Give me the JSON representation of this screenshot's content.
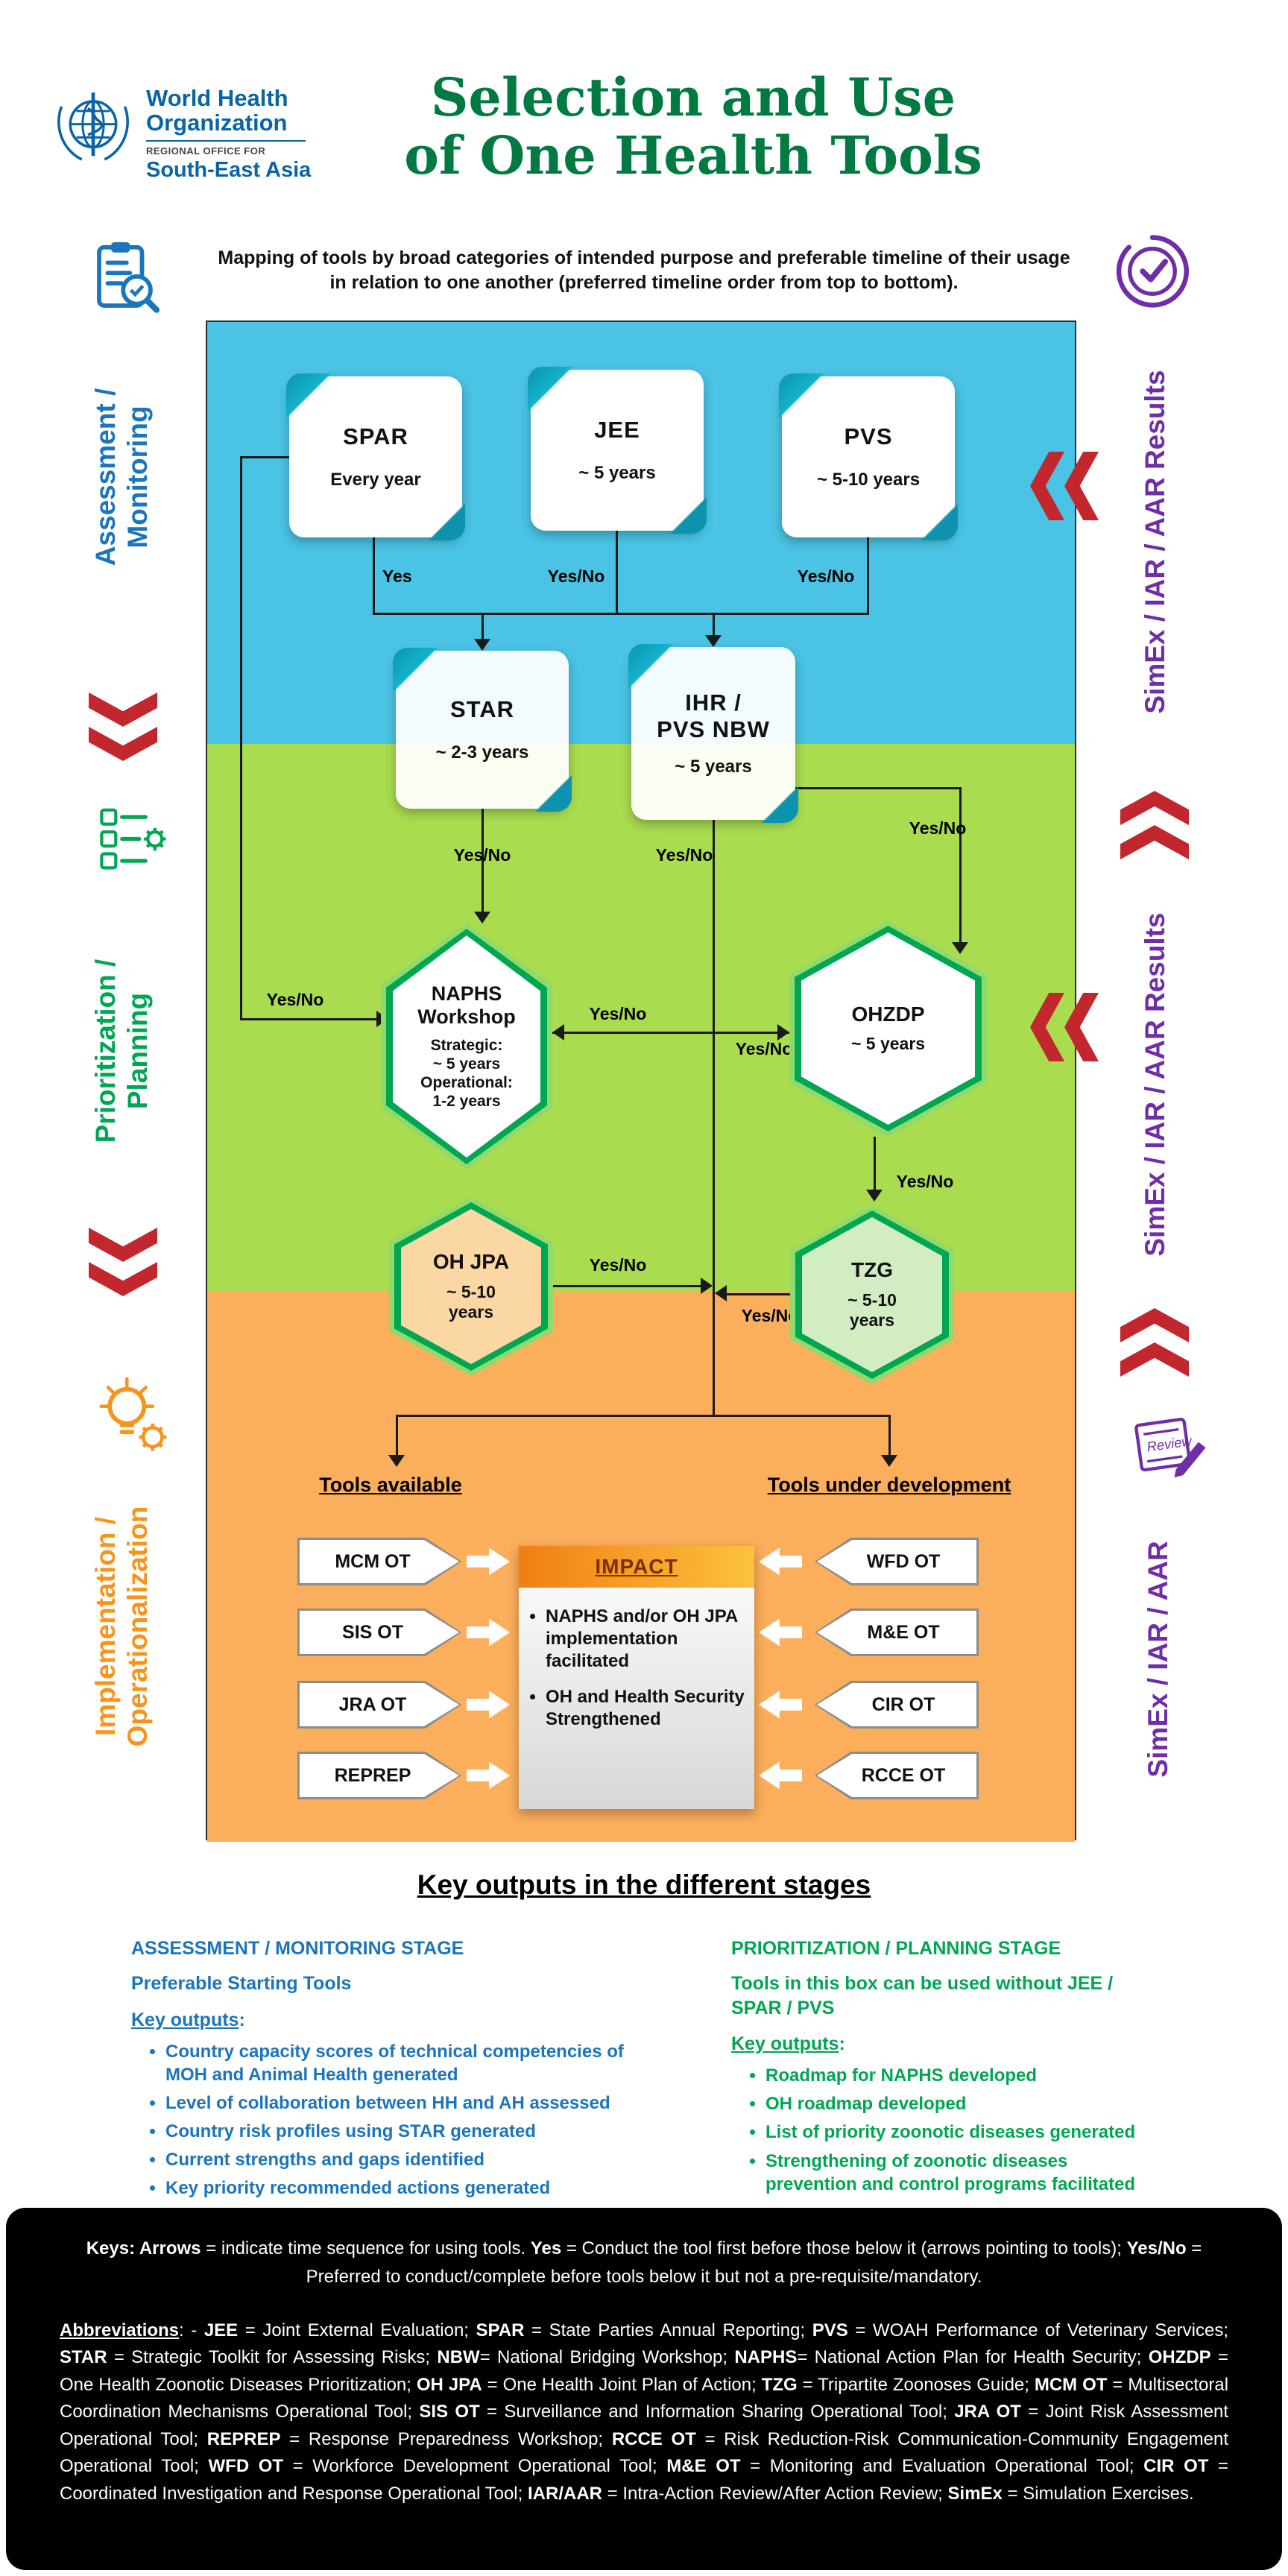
{
  "colors": {
    "stage-blue": "#1b75bc",
    "stage-green": "#00a651",
    "stage-orange": "#f7941d",
    "purple": "#6f2da8",
    "red": "#c1272d",
    "cyan-bg": "#4ac3e4",
    "green-bg": "#a9dc4f",
    "orange-bg": "#fbae5b",
    "title-green": "#007a40",
    "teal": "#0d93ad",
    "line": "#1a1a1a"
  },
  "header": {
    "logo": {
      "line1": "World Health",
      "line2": "Organization",
      "office": "REGIONAL OFFICE FOR",
      "region": "South-East Asia"
    },
    "title1": "Selection and Use",
    "title2": "of One Health Tools",
    "subtitle": "Mapping of tools by broad categories of intended purpose and preferable timeline of their usage in relation to one another (preferred timeline order from top to bottom)."
  },
  "rails": {
    "left": [
      {
        "label": "Assessment / Monitoring"
      },
      {
        "label": "Prioritization / Planning"
      },
      {
        "label": "Implementation / Operationalization"
      }
    ],
    "right": [
      {
        "label": "SimEx / IAR / AAR Results"
      },
      {
        "label": "SimEx / IAR / AAR Results"
      },
      {
        "label": "SimEx / IAR / AAR"
      }
    ],
    "review_label": "Review"
  },
  "flow": {
    "labels": {
      "yes": "Yes",
      "yesno": "Yes/No"
    },
    "cards": {
      "spar": {
        "title": "SPAR",
        "freq": "Every year"
      },
      "jee": {
        "title": "JEE",
        "freq": "~ 5 years"
      },
      "pvs": {
        "title": "PVS",
        "freq": "~ 5-10 years"
      },
      "star": {
        "title": "STAR",
        "freq": "~ 2-3 years"
      },
      "ihr": {
        "title": "IHR /\nPVS NBW",
        "freq": "~ 5 years"
      }
    },
    "hexes": {
      "naphs": {
        "title": "NAPHS\nWorkshop",
        "freq": "Strategic:\n~ 5 years\nOperational:\n1-2 years"
      },
      "ohzdp": {
        "title": "OHZDP",
        "freq": "~ 5 years"
      },
      "ohjpa": {
        "title": "OH JPA",
        "freq": "~ 5-10\nyears"
      },
      "tzg": {
        "title": "TZG",
        "freq": "~ 5-10\nyears"
      }
    },
    "available": {
      "header": "Tools available",
      "items": [
        "MCM OT",
        "SIS OT",
        "JRA OT",
        "REPREP"
      ]
    },
    "development": {
      "header": "Tools under development",
      "items": [
        "WFD OT",
        "M&E OT",
        "CIR OT",
        "RCCE OT"
      ]
    },
    "impact": {
      "title": "IMPACT",
      "bullets": [
        "NAPHS and/or OH JPA implementation facilitated",
        "OH and Health Security Strengthened"
      ]
    }
  },
  "outputs": {
    "heading": "Key outputs in the different stages",
    "assessment": {
      "title": "ASSESSMENT / MONITORING STAGE",
      "note": "Preferable Starting Tools",
      "key_label": "Key outputs",
      "colon": ":",
      "bullets": [
        "Country capacity scores of technical competencies of MOH and Animal Health generated",
        "Level of collaboration between HH and AH assessed",
        "Country risk profiles using STAR generated",
        "Current strengths and gaps identified",
        "Key priority recommended actions generated"
      ]
    },
    "prioritization": {
      "title": "PRIORITIZATION / PLANNING STAGE",
      "note": "Tools in this box can be used without JEE / SPAR / PVS",
      "key_label": "Key outputs",
      "colon": ":",
      "bullets": [
        "Roadmap for NAPHS developed",
        "OH roadmap developed",
        "List of priority zoonotic diseases generated",
        "Strengthening of zoonotic diseases prevention and control programs facilitated"
      ]
    }
  },
  "footer": {
    "keys_segments": [
      {
        "b": 1,
        "t": "Keys: Arrows"
      },
      {
        "t": " = indicate time sequence for using tools. "
      },
      {
        "b": 1,
        "t": "Yes"
      },
      {
        "t": " = Conduct the tool first before those below it (arrows pointing to tools); "
      },
      {
        "b": 1,
        "t": "Yes/No"
      },
      {
        "t": " = Preferred to conduct/complete before tools below it but not a pre-requisite/mandatory."
      }
    ],
    "abbr_segments": [
      {
        "b": 1,
        "u": 1,
        "t": "Abbreviations"
      },
      {
        "t": ": - "
      },
      {
        "b": 1,
        "t": "JEE"
      },
      {
        "t": " = Joint External Evaluation; "
      },
      {
        "b": 1,
        "t": "SPAR"
      },
      {
        "t": " = State Parties Annual Reporting; "
      },
      {
        "b": 1,
        "t": "PVS"
      },
      {
        "t": " = WOAH Performance of Veterinary Services; "
      },
      {
        "b": 1,
        "t": "STAR"
      },
      {
        "t": " = Strategic Toolkit for Assessing Risks; "
      },
      {
        "b": 1,
        "t": "NBW"
      },
      {
        "t": "= National Bridging Workshop; "
      },
      {
        "b": 1,
        "t": "NAPHS"
      },
      {
        "t": "= National Action Plan for Health Security; "
      },
      {
        "b": 1,
        "t": "OHZDP"
      },
      {
        "t": " = One Health Zoonotic Diseases Prioritization; "
      },
      {
        "b": 1,
        "t": "OH JPA"
      },
      {
        "t": " = One Health Joint Plan of Action; "
      },
      {
        "b": 1,
        "t": "TZG"
      },
      {
        "t": " = Tripartite Zoonoses Guide; "
      },
      {
        "b": 1,
        "t": "MCM OT"
      },
      {
        "t": " = Multisectoral Coordination Mechanisms Operational Tool; "
      },
      {
        "b": 1,
        "t": "SIS OT"
      },
      {
        "t": " = Surveillance and Information Sharing Operational Tool; "
      },
      {
        "b": 1,
        "t": "JRA OT"
      },
      {
        "t": " = Joint Risk Assessment Operational Tool; "
      },
      {
        "b": 1,
        "t": "REPREP"
      },
      {
        "t": " = Response Preparedness Workshop; "
      },
      {
        "b": 1,
        "t": "RCCE OT"
      },
      {
        "t": " = Risk Reduction-Risk Communication-Community Engagement Operational Tool; "
      },
      {
        "b": 1,
        "t": "WFD OT"
      },
      {
        "t": " = Workforce Development Operational Tool; "
      },
      {
        "b": 1,
        "t": "M&E OT"
      },
      {
        "t": " = Monitoring and Evaluation Operational Tool; "
      },
      {
        "b": 1,
        "t": "CIR OT"
      },
      {
        "t": " = Coordinated Investigation and Response Operational Tool; "
      },
      {
        "b": 1,
        "t": "IAR/AAR"
      },
      {
        "t": " = Intra-Action Review/After Action Review; "
      },
      {
        "b": 1,
        "t": "SimEx"
      },
      {
        "t": " = Simulation Exercises."
      }
    ]
  }
}
